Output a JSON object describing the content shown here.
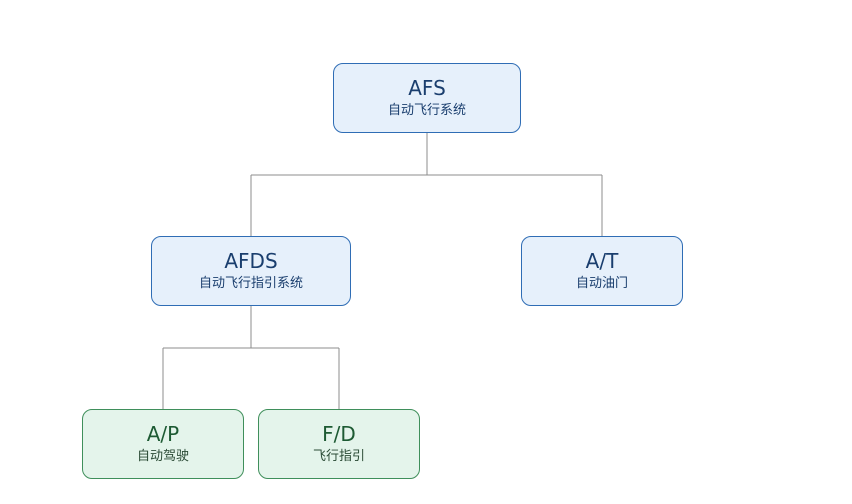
{
  "nodes": {
    "afs": {
      "abbr": "AFS",
      "full": "自动飞行系统"
    },
    "afds": {
      "abbr": "AFDS",
      "full": "自动飞行指引系统"
    },
    "at": {
      "abbr": "A/T",
      "full": "自动油门"
    },
    "ap": {
      "abbr": "A/P",
      "full": "自动驾驶"
    },
    "fd": {
      "abbr": "F/D",
      "full": "飞行指引"
    }
  },
  "colors": {
    "node_blue_fill": "#e6f0fb",
    "node_blue_border": "#2f6db5",
    "node_green_fill": "#e4f4eb",
    "node_green_border": "#3f8f5b",
    "connector": "#8c8c8c"
  }
}
